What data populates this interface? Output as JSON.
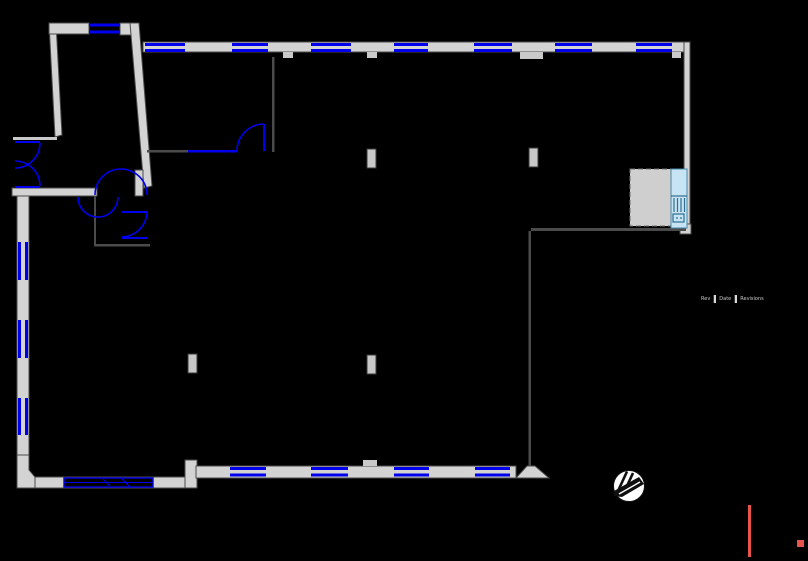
{
  "drawing": {
    "kind": "architectural floor plan",
    "background": "#000000"
  },
  "revision_header": {
    "rev": "Rev",
    "date": "Date",
    "revisions": "Revisions"
  },
  "colors": {
    "background": "#000000",
    "wall_fill": "#d3d3d3",
    "wall_outline": "#4b4b4b",
    "window_blue": "#0000ee",
    "door_blue": "#0000ee",
    "fixture_light_blue": "#c6e4f4",
    "fixture_stroke": "#4a88a8",
    "accent_red": "#e8544a",
    "north_arrow_white": "#ffffff"
  },
  "symbols": {
    "north_arrow": "north-arrow-icon",
    "scale_line": "red vertical scale line",
    "legend_marker": "red square marker",
    "kitchenette": "counter with sink fixture",
    "columns": "4 structural columns",
    "doors": "swing doors with quarter-circle arcs",
    "windows": "double-line blue glazing in exterior walls"
  }
}
